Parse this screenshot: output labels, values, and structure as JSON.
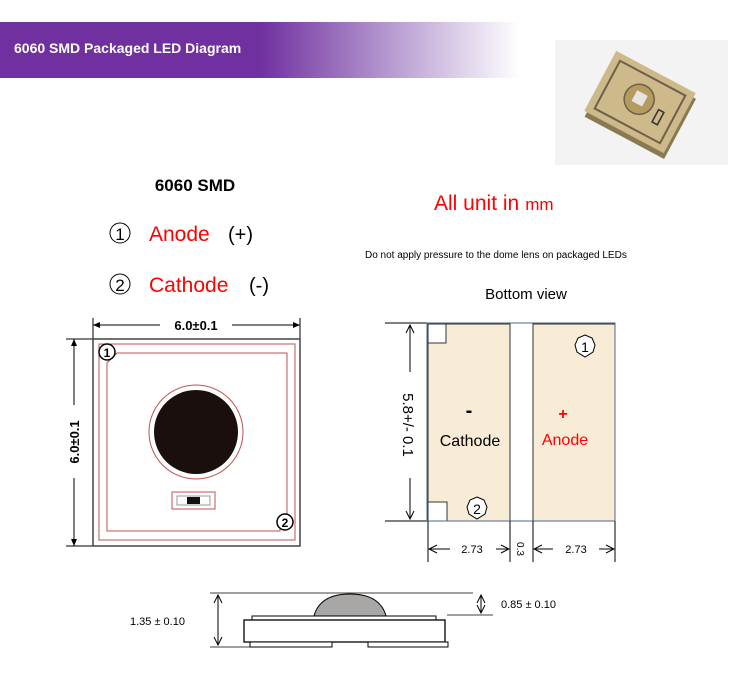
{
  "header": {
    "title": "6060 SMD Packaged LED Diagram",
    "accent_color": "#7030a0"
  },
  "legend": {
    "title": "6060 SMD",
    "pin1": {
      "number": "1",
      "name": "Anode",
      "polarity": "(+)"
    },
    "pin2": {
      "number": "2",
      "name": "Cathode",
      "polarity": "(-)"
    }
  },
  "units": {
    "prefix": "All unit in",
    "unit": "mm"
  },
  "warning": "Do not apply pressure to the dome lens on packaged LEDs",
  "top_view": {
    "width_dim": "6.0±0.1",
    "height_dim": "6.0±0.1",
    "pin1": "1",
    "pin2": "2"
  },
  "bottom_view": {
    "title": "Bottom view",
    "height_dim": "5.8+/- 0.1",
    "cathode_sign": "-",
    "cathode_label": "Cathode",
    "anode_sign": "+",
    "anode_label": "Anode",
    "pin1": "1",
    "pin2": "2",
    "pad_width_left": "2.73",
    "gap": "0.3",
    "pad_width_right": "2.73"
  },
  "side_view": {
    "total_height": "1.35 ± 0.10",
    "dome_height": "0.85 ± 0.10"
  }
}
